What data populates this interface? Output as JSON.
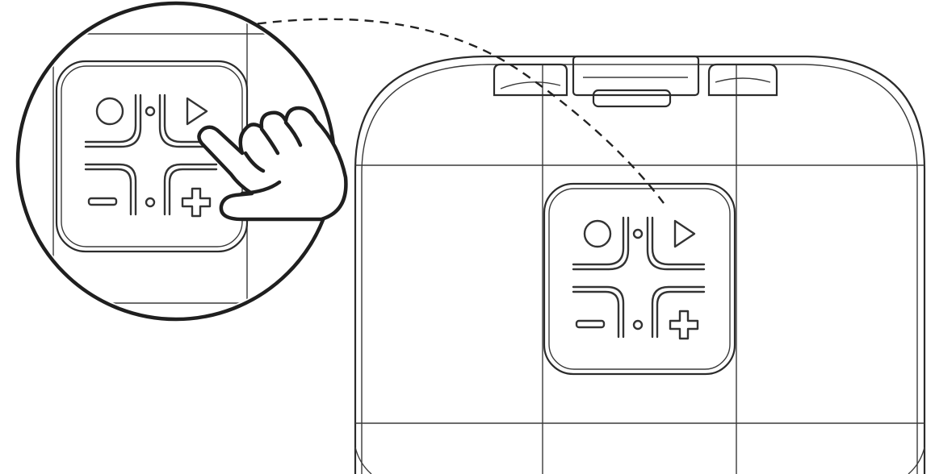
{
  "diagram": {
    "stroke_color": "#222222",
    "background_color": "#ffffff",
    "components": {
      "speaker": "speaker-body",
      "zoom_callout": "magnified-control-panel",
      "hand": "pointing-hand-icon",
      "leader": "dashed-leader-line"
    },
    "control_icons": [
      "power-icon",
      "bluetooth-dot-icon",
      "play-icon",
      "volume-down-icon",
      "volume-up-icon"
    ]
  }
}
